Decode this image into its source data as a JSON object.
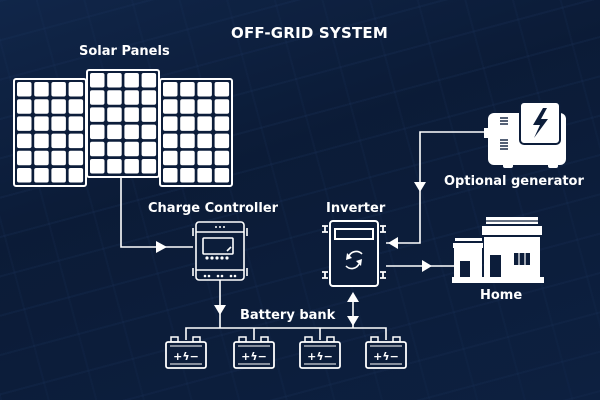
{
  "title": "OFF-GRID SYSTEM",
  "components": {
    "solar_panels": {
      "label": "Solar Panels",
      "icon": "solar-panel-icon",
      "count": 3
    },
    "charge_controller": {
      "label": "Charge Controller",
      "icon": "charge-controller-icon"
    },
    "inverter": {
      "label": "Inverter",
      "icon": "inverter-icon"
    },
    "generator": {
      "label": "Optional generator",
      "icon": "generator-icon"
    },
    "home": {
      "label": "Home",
      "icon": "house-icon"
    },
    "battery_bank": {
      "label": "Battery bank",
      "icon": "battery-icon",
      "count": 4,
      "battery_symbol": "+ϟ−"
    }
  },
  "flows": [
    {
      "from": "Solar Panels",
      "to": "Charge Controller",
      "direction": "one-way"
    },
    {
      "from": "Charge Controller",
      "to": "Battery bank",
      "direction": "one-way"
    },
    {
      "from": "Battery bank",
      "to": "Inverter",
      "direction": "two-way"
    },
    {
      "from": "Optional generator",
      "to": "Inverter",
      "direction": "one-way"
    },
    {
      "from": "Inverter",
      "to": "Home",
      "direction": "one-way"
    }
  ],
  "colors": {
    "background": "#0c1d3a",
    "foreground": "#ffffff"
  }
}
